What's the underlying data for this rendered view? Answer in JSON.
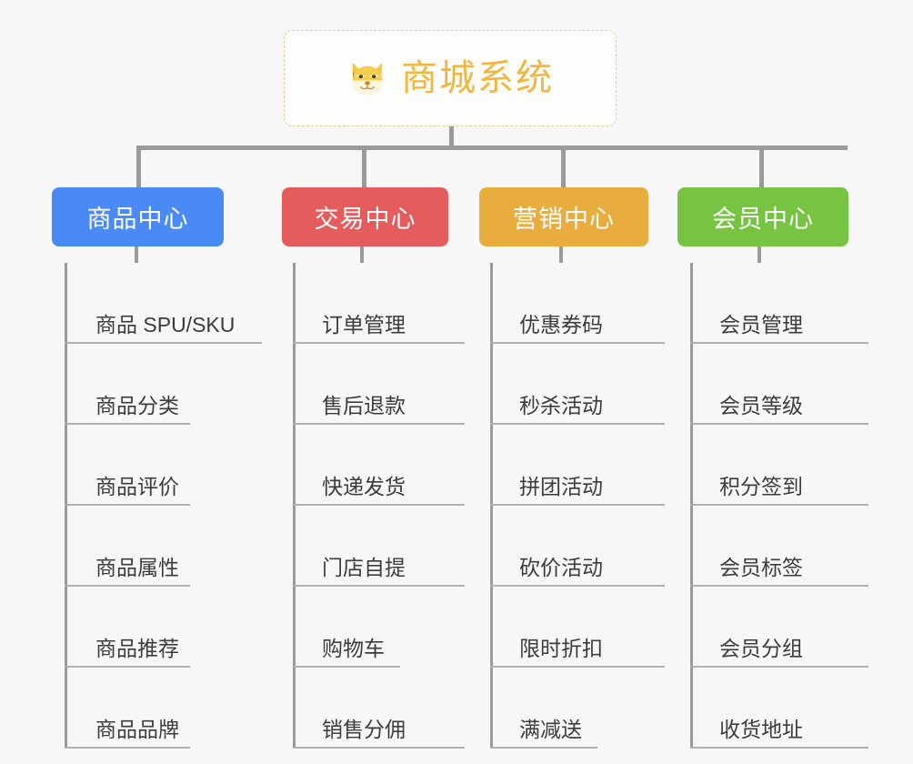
{
  "root": {
    "title": "商城系统",
    "emoji_name": "shiba-dog-face",
    "title_color": "#f0b73e",
    "border_color": "#e8c98a"
  },
  "page": {
    "background": "#f7f7f7",
    "connector_color": "#9a9a9a",
    "rule_color": "#b0b0b0",
    "sub_text_color": "#3c3c3c"
  },
  "columns": [
    {
      "title": "商品中心",
      "color": "#4a8af4",
      "items": [
        {
          "label": "商品 SPU/SKU",
          "short": false
        },
        {
          "label": "商品分类",
          "short": true
        },
        {
          "label": "商品评价",
          "short": true
        },
        {
          "label": "商品属性",
          "short": true
        },
        {
          "label": "商品推荐",
          "short": true
        },
        {
          "label": "商品品牌",
          "short": true
        }
      ]
    },
    {
      "title": "交易中心",
      "color": "#e55c5c",
      "items": [
        {
          "label": "订单管理",
          "short": false
        },
        {
          "label": "售后退款",
          "short": false
        },
        {
          "label": "快递发货",
          "short": false
        },
        {
          "label": "门店自提",
          "short": false
        },
        {
          "label": "购物车",
          "short": true
        },
        {
          "label": "销售分佣",
          "short": false
        }
      ]
    },
    {
      "title": "营销中心",
      "color": "#e8ad3c",
      "items": [
        {
          "label": "优惠券码",
          "short": false
        },
        {
          "label": "秒杀活动",
          "short": false
        },
        {
          "label": "拼团活动",
          "short": false
        },
        {
          "label": "砍价活动",
          "short": false
        },
        {
          "label": "限时折扣",
          "short": false
        },
        {
          "label": "满减送",
          "short": true
        }
      ]
    },
    {
      "title": "会员中心",
      "color": "#76c442",
      "items": [
        {
          "label": "会员管理",
          "short": false
        },
        {
          "label": "会员等级",
          "short": false
        },
        {
          "label": "积分签到",
          "short": false
        },
        {
          "label": "会员标签",
          "short": false
        },
        {
          "label": "会员分组",
          "short": false
        },
        {
          "label": "收货地址",
          "short": false
        }
      ]
    }
  ]
}
